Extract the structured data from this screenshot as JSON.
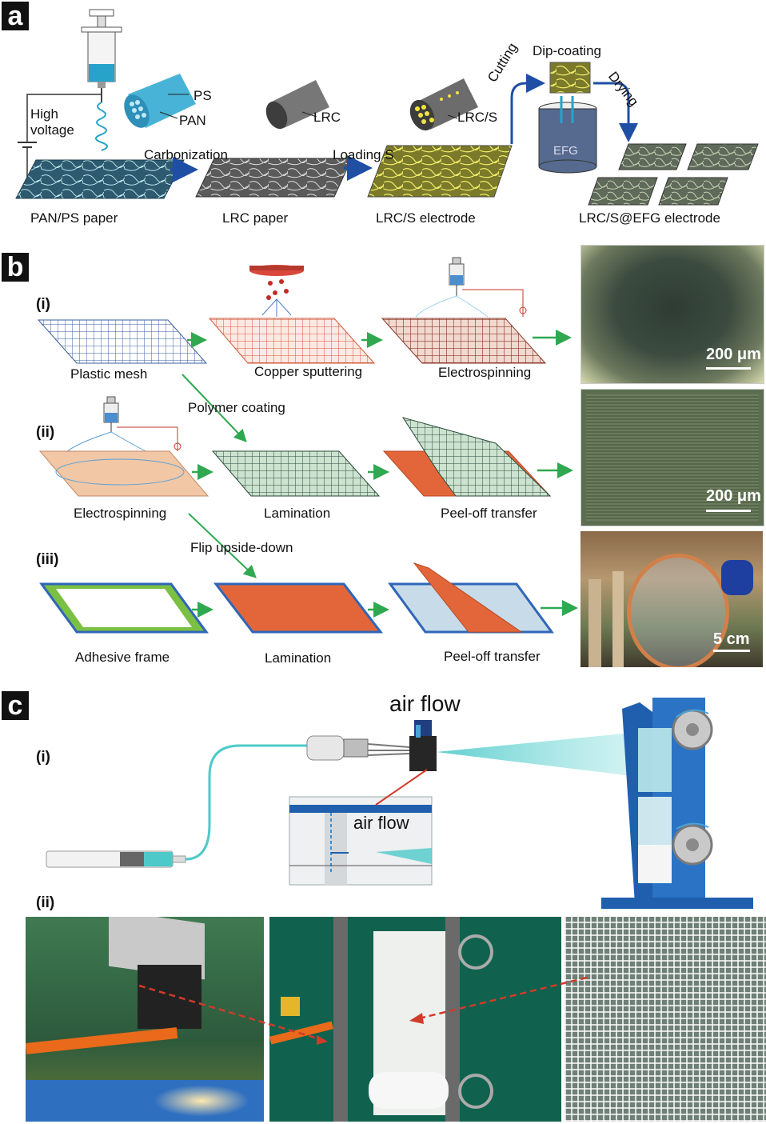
{
  "panel_a": {
    "letter": "a",
    "labels": {
      "high_voltage": "High\nvoltage",
      "ps": "PS",
      "pan": "PAN",
      "lrc": "LRC",
      "lrcs": "LRC/S",
      "carbonization": "Carbonization",
      "loading_s": "Loading S",
      "cutting": "Cutting",
      "dip_coating": "Dip-coating",
      "drying": "Drying",
      "efg": "EFG"
    },
    "captions": [
      "PAN/PS paper",
      "LRC paper",
      "LRC/S electrode",
      "LRC/S@EFG electrode"
    ]
  },
  "panel_b": {
    "letter": "b",
    "rows": [
      {
        "roman": "(i)",
        "captions": [
          "Plastic mesh",
          "Copper sputtering",
          "Electrospinning"
        ]
      },
      {
        "roman": "(ii)",
        "captions": [
          "Electrospinning",
          "Lamination",
          "Peel-off transfer"
        ]
      },
      {
        "roman": "(iii)",
        "captions": [
          "Adhesive frame",
          "Lamination",
          "Peel-off transfer"
        ]
      }
    ],
    "connectors": [
      "Polymer coating",
      "Flip upside-down"
    ],
    "scale_bars": [
      "200 μm",
      "200 μm",
      "5 cm"
    ]
  },
  "panel_c": {
    "letter": "c",
    "roman_i": "(i)",
    "roman_ii": "(ii)",
    "air_flow_top": "air flow",
    "air_flow_inset": "air flow"
  },
  "colors": {
    "copper": "#e2663a",
    "blue_frame": "#2e66b8",
    "green_arrow": "#2fa84f",
    "dark_blue_arrow": "#1f4fa5",
    "cyan_fiber": "#4ec9c9"
  }
}
